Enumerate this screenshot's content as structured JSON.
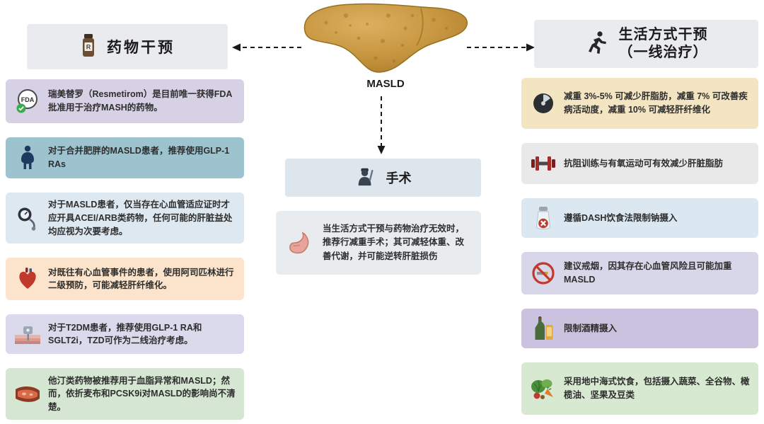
{
  "center": {
    "disease_label": "MASLD",
    "surgery_title": "手术",
    "surgery_body": "当生活方式干预与药物治疗无效时，推荐行减重手术；其可减轻体重、改善代谢，并可能逆转肝脏损伤",
    "surgery_icon": "surgeon-icon",
    "surgery_body_icon": "stomach-icon",
    "liver_icon": "liver-illustration"
  },
  "left_panel": {
    "title": "药物干预",
    "title_icon": "pill-bottle-icon",
    "header_bg": "#e9ebee",
    "items": [
      {
        "icon": "fda-badge-icon",
        "bg": "#d7d1e6",
        "text": "瑞美替罗（Resmetirom）是目前唯一获得FDA批准用于治疗MASH的药物。"
      },
      {
        "icon": "obese-person-icon",
        "bg": "#9dc4ce",
        "text": "对于合并肥胖的MASLD患者，推荐使用GLP-1 RAs"
      },
      {
        "icon": "blood-pressure-icon",
        "bg": "#dee8f0",
        "text": "对于MASLD患者，仅当存在心血管适应证时才应开具ACEI/ARB类药物，任何可能的肝脏益处均应视为次要考虑。"
      },
      {
        "icon": "heart-icon",
        "bg": "#fbe4cb",
        "text": "对既往有心血管事件的患者，使用阿司匹林进行二级预防，可能减轻肝纤维化。"
      },
      {
        "icon": "glucose-sensor-icon",
        "bg": "#dbd9ec",
        "text": "对于T2DM患者，推荐使用GLP-1 RA和SGLT2i，TZD可作为二线治疗考虑。"
      },
      {
        "icon": "blood-vessel-icon",
        "bg": "#d5e7d2",
        "text": "他汀类药物被推荐用于血脂异常和MASLD；然而，依折麦布和PCSK9i对MASLD的影响尚不清楚。"
      }
    ]
  },
  "right_panel": {
    "title_line1": "生活方式干预",
    "title_line2": "（一线治疗）",
    "title_icon": "runner-icon",
    "header_bg": "#e9ebee",
    "items": [
      {
        "icon": "weight-scale-icon",
        "bg": "#f3e4c2",
        "text": "减重 3%-5% 可减少肝脂肪，减重 7% 可改善疾病活动度，减重 10% 可减轻肝纤维化"
      },
      {
        "icon": "dumbbell-icon",
        "bg": "#e9e9e9",
        "text": "抗阻训练与有氧运动可有效减少肝脏脂肪"
      },
      {
        "icon": "no-salt-icon",
        "bg": "#dbe7f1",
        "text": "遵循DASH饮食法限制钠摄入"
      },
      {
        "icon": "no-smoking-icon",
        "bg": "#d8d6e9",
        "text": "建议戒烟，因其存在心血管风险且可能加重MASLD"
      },
      {
        "icon": "alcohol-icon",
        "bg": "#cbc2df",
        "text": "限制酒精摄入"
      },
      {
        "icon": "vegetables-icon",
        "bg": "#d7e9d1",
        "text": "采用地中海式饮食，包括摄入蔬菜、全谷物、橄榄油、坚果及豆类"
      }
    ]
  },
  "colors": {
    "arrow": "#1a1a1a",
    "surgery_title_bg": "#dde6ed",
    "surgery_body_bg": "#e9ecef",
    "liver_light": "#dcae5c",
    "liver_dark": "#a87a2a"
  }
}
